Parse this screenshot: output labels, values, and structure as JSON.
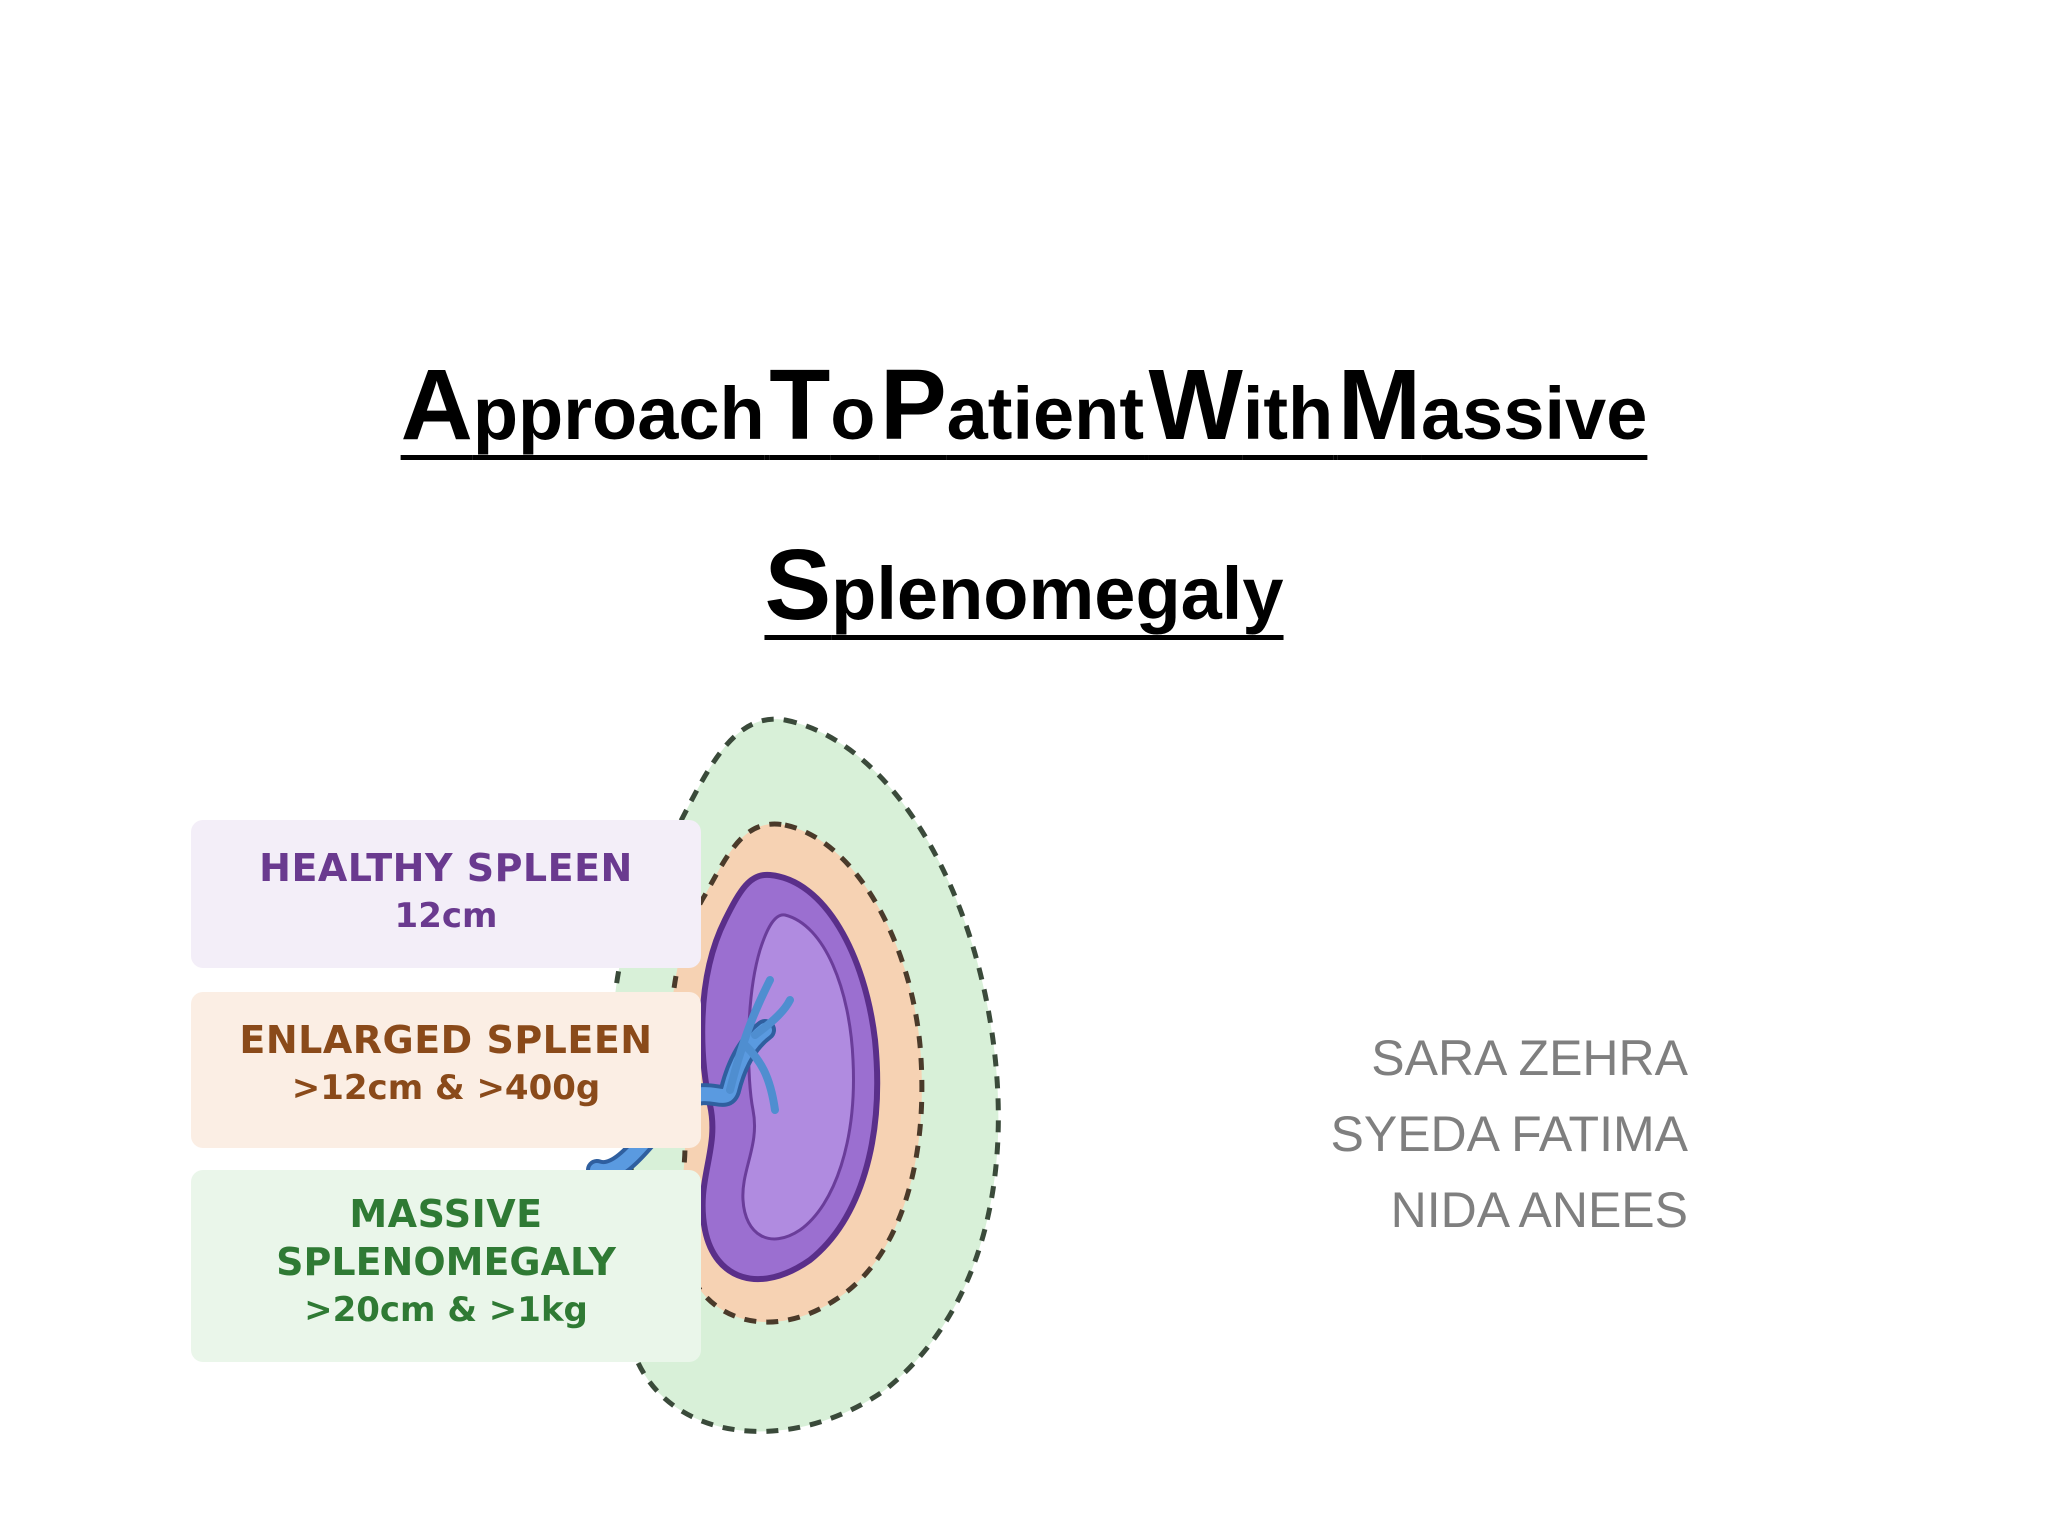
{
  "slide": {
    "title": {
      "line1": {
        "w1a": "A",
        "w1b": "pproach",
        "w2a": "T",
        "w2b": "o",
        "w3a": "P",
        "w3b": "atient",
        "w4a": "W",
        "w4b": "ith",
        "w5a": "M",
        "w5b": "assive"
      },
      "line2": {
        "w1a": "S",
        "w1b": "plenomegaly"
      }
    },
    "authors": [
      "SARA ZEHRA",
      "SYEDA FATIMA",
      "NIDA ANEES"
    ],
    "figure": {
      "healthy": {
        "label": "HEALTHY SPLEEN",
        "size": "12cm"
      },
      "enlarged": {
        "label": "ENLARGED SPLEEN",
        "size": ">12cm & >400g"
      },
      "massive": {
        "label1": "MASSIVE",
        "label2": "SPLENOMEGALY",
        "size": ">20cm & >1kg"
      },
      "colors": {
        "spleen": "#9b6fd0",
        "enlarged_zone": "#f6d2b3",
        "massive_zone": "#d8f0d8",
        "vessel": "#4f8ed0"
      }
    }
  }
}
